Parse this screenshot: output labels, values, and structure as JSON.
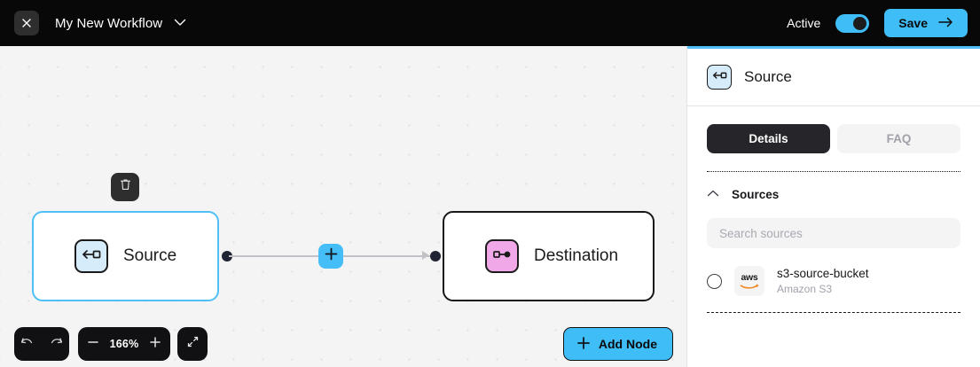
{
  "topbar": {
    "close_icon": "close-icon",
    "workflow_title": "My New Workflow",
    "caret_icon": "chevron-down-icon",
    "active_label": "Active",
    "toggle_state": "on",
    "save_label": "Save",
    "save_arrow_icon": "arrow-right-icon",
    "accent_color": "#3FBDF6",
    "bar_color": "#080808"
  },
  "canvas": {
    "background_color": "#f4f4f5",
    "grid": "dotted",
    "trash_icon": "trash-icon",
    "plus_icon": "plus-icon",
    "nodes": [
      {
        "id": "source",
        "label": "Source",
        "icon": "arrow-out-of-box-icon",
        "icon_color": "#d6ecfb",
        "border_color": "#4FC0F7",
        "selected": true
      },
      {
        "id": "destination",
        "label": "Destination",
        "icon": "node-to-dot-icon",
        "icon_color": "#f0a8e8",
        "border_color": "#171717",
        "selected": false
      }
    ],
    "edge": {
      "from": "source",
      "to": "destination",
      "color": "#c2c2c6"
    },
    "toolbar": {
      "undo_icon": "undo-icon",
      "redo_icon": "redo-icon",
      "zoom_out_icon": "minus-icon",
      "zoom_level": "166%",
      "zoom_in_icon": "plus-icon",
      "fit_icon": "fit-screen-icon",
      "add_node_label": "Add Node",
      "add_node_icon": "plus-icon"
    }
  },
  "panel": {
    "accent_color": "#4FC0F7",
    "header": {
      "title": "Source",
      "icon": "arrow-out-of-box-icon"
    },
    "tabs": [
      {
        "label": "Details",
        "active": true
      },
      {
        "label": "FAQ",
        "active": false
      }
    ],
    "section": {
      "title": "Sources",
      "collapse_icon": "chevron-up-icon",
      "search_placeholder": "Search sources",
      "search_value": ""
    },
    "sources": [
      {
        "name": "s3-source-bucket",
        "provider": "Amazon S3",
        "logo": "aws-logo",
        "logo_text": "aws",
        "selected": false
      }
    ]
  }
}
